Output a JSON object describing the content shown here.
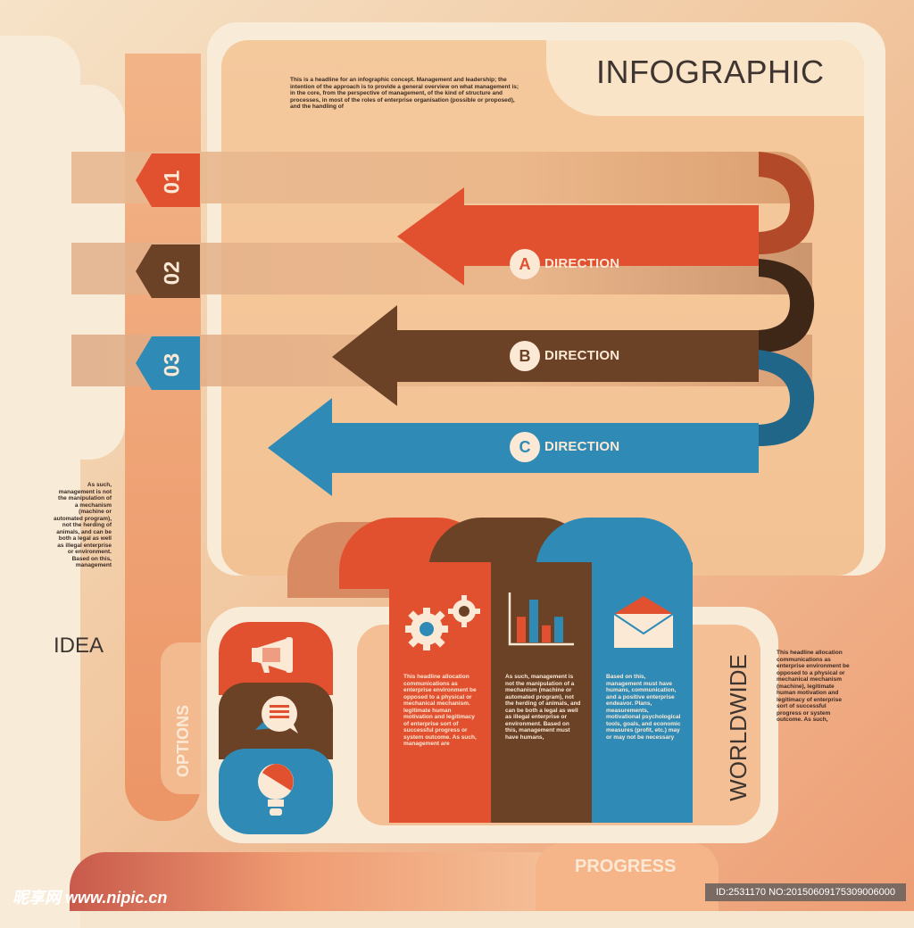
{
  "header": {
    "title": "INFOGRAPHIC",
    "intro_text": "This is a headline for an infographic concept. Management and leadership; the intention of the approach is to provide a general overview on what management is; in the core, from the perspective of management, of the kind of structure and processes, in most of the roles of enterprise organisation (possible or proposed), and the handling of"
  },
  "steps": [
    {
      "num": "01",
      "color": "#e2512f"
    },
    {
      "num": "02",
      "color": "#6b4226"
    },
    {
      "num": "03",
      "color": "#2f8bb5"
    }
  ],
  "directions": [
    {
      "letter": "A",
      "label": "DIRECTION",
      "color": "#e2512f"
    },
    {
      "letter": "B",
      "label": "DIRECTION",
      "color": "#6b4226"
    },
    {
      "letter": "C",
      "label": "DIRECTION",
      "color": "#2f8bb5"
    }
  ],
  "idea": {
    "title": "IDEA",
    "text": "As such, management is not the manipulation of a mechanism (machine or automated program), not the herding of animals, and can be both a legal as well as illegal enterprise or environment. Based on this, management"
  },
  "options": {
    "label": "OPTIONS"
  },
  "columns": [
    {
      "icon": "gears-icon",
      "color": "#e2512f",
      "text": "This headline allocation communications as enterprise environment be opposed to a physical or mechanical mechanism. legitimate human motivation and legitimacy of enterprise sort of successful progress or system outcome. As such, management are"
    },
    {
      "icon": "bar-chart-icon",
      "color": "#6b4226",
      "text": "As such, management is not the manipulation of a mechanism (machine or automated program), not the herding of animals, and can be both a legal as well as illegal enterprise or environment. Based on this, management must have humans,"
    },
    {
      "icon": "envelope-icon",
      "color": "#2f8bb5",
      "text": "Based on this, management must have humans, communication, and a positive enterprise endeavor. Plans, measurements, motivational psychological tools, goals, and economic measures (profit, etc.) may or may not be necessary"
    }
  ],
  "chart_icon_bars": [
    {
      "value": 3,
      "color": "#e2512f"
    },
    {
      "value": 5,
      "color": "#2f8bb5"
    },
    {
      "value": 2,
      "color": "#e2512f"
    },
    {
      "value": 3,
      "color": "#2f8bb5"
    }
  ],
  "worldwide": {
    "label": "WORLDWIDE",
    "text": "This headline allocation communications as enterprise environment be opposed to a physical or mechanical mechanism (machine), legitimate human motivation and legitimacy of enterprise sort of successful progress or system outcome. As such,"
  },
  "progress": {
    "label": "PROGRESS"
  },
  "side_icons": [
    {
      "icon": "megaphone-icon",
      "color": "#e2512f"
    },
    {
      "icon": "chat-bubble-icon",
      "color": "#6b4226"
    },
    {
      "icon": "lightbulb-icon",
      "color": "#2f8bb5"
    }
  ],
  "watermark": {
    "left": "昵享网 www.nipic.cn",
    "right": "ID:2531170 NO:20150609175309006000"
  }
}
